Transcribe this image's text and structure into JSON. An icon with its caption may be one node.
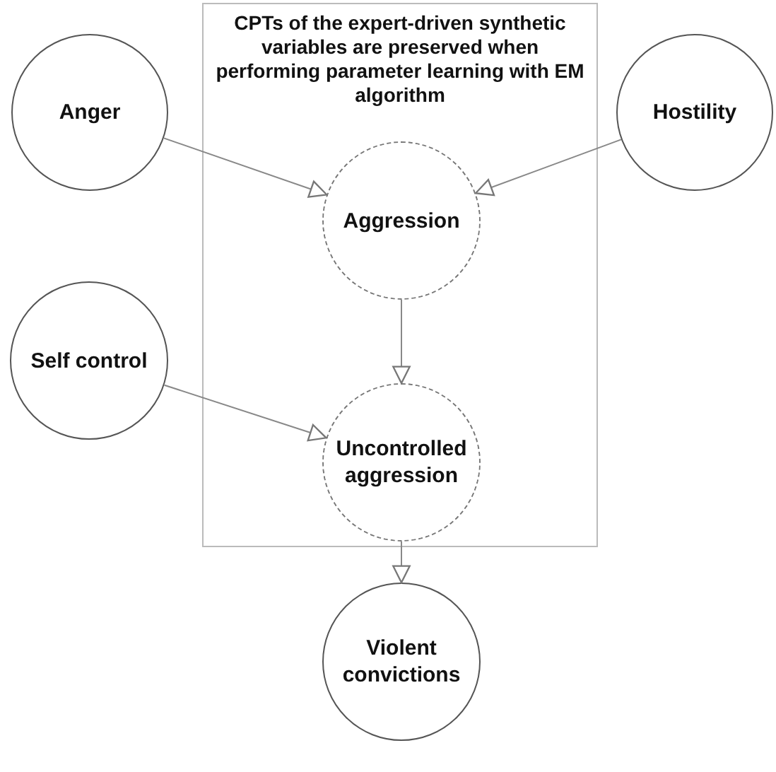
{
  "diagram": {
    "nodes": [
      {
        "text": [
          "CPTs of the expert-driven synthetic variables are preserved when performing parameter learning with EM algorithm"
        ]
      },
      {
        "text": [
          "Anger"
        ]
      },
      {
        "text": [
          "Aggression"
        ],
        "in": 0
      },
      {
        "text": [
          "Hostility"
        ]
      },
      {
        "text": [
          "Self control"
        ]
      },
      {
        "text": [
          "Uncontrolled aggression"
        ],
        "in": 0
      },
      {
        "text": [
          "Violent convictions"
        ]
      }
    ],
    "edges": [
      {
        "from": 1,
        "to": 2,
        "arrow": "to"
      },
      {
        "from": 3,
        "to": 2,
        "arrow": "to"
      },
      {
        "from": 2,
        "to": 5,
        "arrow": "to"
      },
      {
        "from": 4,
        "to": 5,
        "arrow": "to"
      },
      {
        "from": 5,
        "to": 6,
        "arrow": "to"
      }
    ]
  }
}
